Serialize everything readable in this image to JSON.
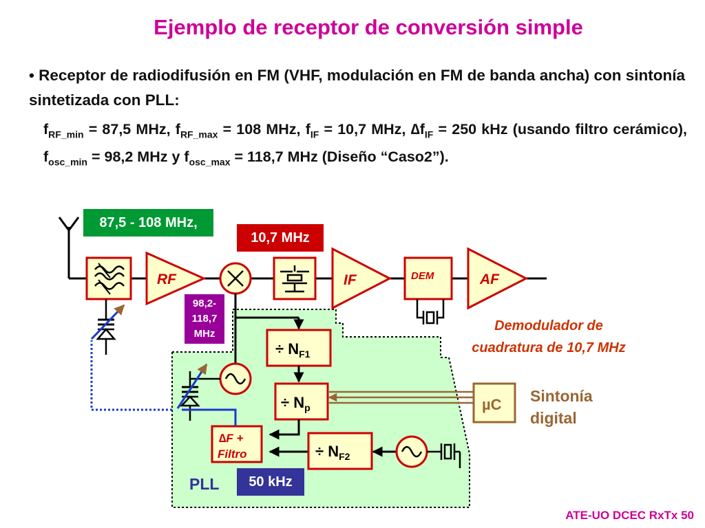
{
  "title": "Ejemplo de receptor de conversión simple",
  "bullet": "Receptor de radiodifusión en FM (VHF, modulación en FM de banda ancha) con sintonía sintetizada con PLL:",
  "params": {
    "f": "f",
    "rfmin_sub": "RF_min",
    "rfmin_val": " = 87,5 MHz, ",
    "rfmax_sub": "RF_max",
    "rfmax_val": " = 108 MHz, ",
    "if_sub": "IF",
    "if_val": " = 10,7 MHz, ",
    "delta": "∆",
    "dif_val": " = 250 kHz (usando filtro cerámico), ",
    "oscmin_sub": "osc_min",
    "oscmin_val": " = 98,2 MHz y ",
    "oscmax_sub": "osc_max",
    "oscmax_val": " = 118,7 MHz (Diseño “Caso2”)."
  },
  "labels": {
    "rf_range": "87,5 - 108 MHz,",
    "if_freq": "10,7 MHz",
    "osc_range": "98,2-\n118,7\nMHz",
    "ref_freq": "50 kHz"
  },
  "blocks": {
    "rf": "RF",
    "if": "IF",
    "dem": "DEM",
    "af": "AF",
    "div": "÷",
    "n": "N",
    "nf1_sub": "F1",
    "np_sub": "p",
    "nf2_sub": "F2",
    "filter_line1": "∆F +",
    "filter_line2": "Filtro",
    "uc": "µC",
    "pll": "PLL"
  },
  "annotations": {
    "demod_line1": "Demodulador de",
    "demod_line2": "cuadratura de 10,7 MHz",
    "tuning_line1": "Sintonía",
    "tuning_line2": "digital"
  },
  "footer": "ATE-UO DCEC RxTx 50",
  "colors": {
    "title": "#cc0099",
    "block_fill": "#ffffcc",
    "block_stroke": "#cc0000",
    "pll_area": "#ccffcc",
    "rf_label_bg": "#009933",
    "if_label_bg": "#cc0000",
    "osc_label_bg": "#990099",
    "ref_label_bg": "#333399",
    "brown": "#996633",
    "demod_text": "#cc3300"
  }
}
